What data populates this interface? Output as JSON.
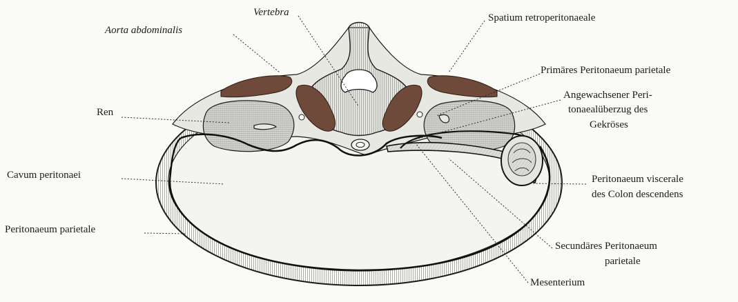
{
  "labels": {
    "vertebra": "Vertebra",
    "aorta": "Aorta abdominalis",
    "spatium": "Spatium retroperitonaeale",
    "primaeres": "Primäres Peritonaeum parietale",
    "angewachsener_1": "Angewachsener Peri-",
    "angewachsener_2": "tonaealüberzug des",
    "angewachsener_3": "Gekröses",
    "ren": "Ren",
    "cavum": "Cavum peritonaei",
    "visc_1": "Peritonaeum viscerale",
    "visc_2": "des Colon descendens",
    "parietale": "Peritonaeum parietale",
    "secund_1": "Secundäres Peritonaeum",
    "secund_2": "parietale",
    "mesenterium": "Mesenterium"
  },
  "colors": {
    "ink": "#1b1b1b",
    "muscle": "#6f4a3a",
    "tissue_fill": "#d6d6d2",
    "background": "#fafaf7"
  }
}
